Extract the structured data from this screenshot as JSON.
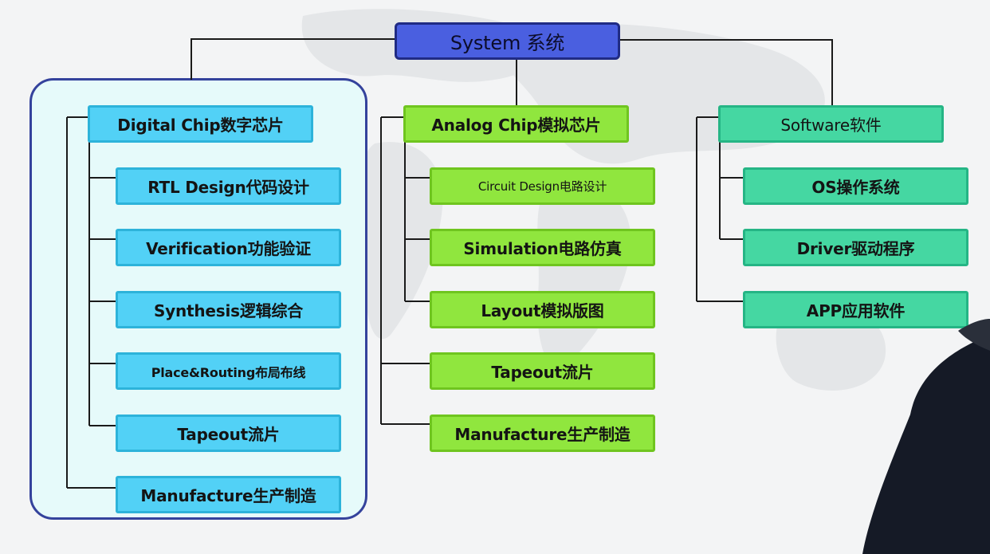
{
  "diagram": {
    "root": {
      "label": "System 系统"
    },
    "branches": [
      {
        "label": "Digital Chip数字芯片",
        "children": [
          {
            "label": "RTL Design代码设计"
          },
          {
            "label": "Verification功能验证"
          },
          {
            "label": "Synthesis逻辑综合"
          },
          {
            "label": "Place&Routing布局布线"
          },
          {
            "label": "Tapeout流片"
          },
          {
            "label": "Manufacture生产制造"
          }
        ]
      },
      {
        "label": "Analog Chip模拟芯片",
        "children": [
          {
            "label": "Circuit Design电路设计"
          },
          {
            "label": "Simulation电路仿真"
          },
          {
            "label": "Layout模拟版图"
          },
          {
            "label": "Tapeout流片"
          },
          {
            "label": "Manufacture生产制造"
          }
        ]
      },
      {
        "label": "Software软件",
        "children": [
          {
            "label": "OS操作系统"
          },
          {
            "label": "Driver驱动程序"
          },
          {
            "label": "APP应用软件"
          }
        ]
      }
    ]
  },
  "colors": {
    "root_fill": "#4a5fe0",
    "digital_fill": "#52d1f6",
    "analog_fill": "#90e63e",
    "software_fill": "#45d7a2",
    "digital_panel_border": "#34429c",
    "connector": "#1a1a1a"
  }
}
